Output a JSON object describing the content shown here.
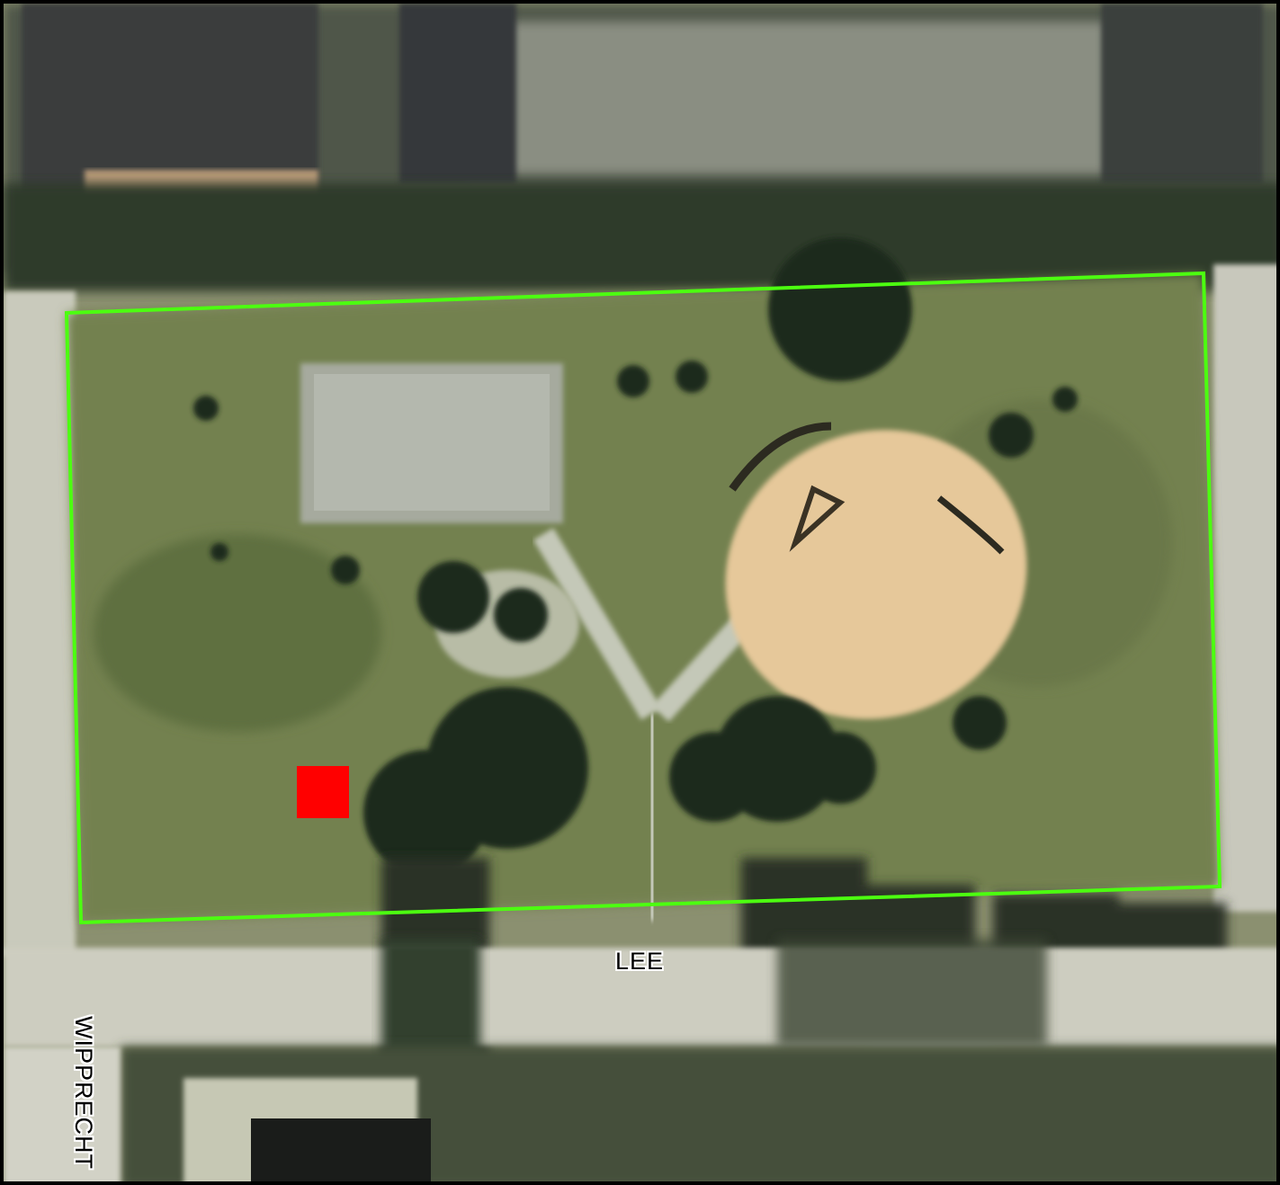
{
  "map": {
    "type": "aerial parcel map",
    "streets": [
      {
        "name": "LEE"
      },
      {
        "name": "WIPPRECHT"
      }
    ],
    "colors": {
      "parcel_outline": "#4cff10",
      "marker": "#ff0000",
      "frame": "#000000",
      "label_text": "#000000",
      "label_halo": "#ffffff"
    },
    "marker_shape": "square-marker"
  }
}
